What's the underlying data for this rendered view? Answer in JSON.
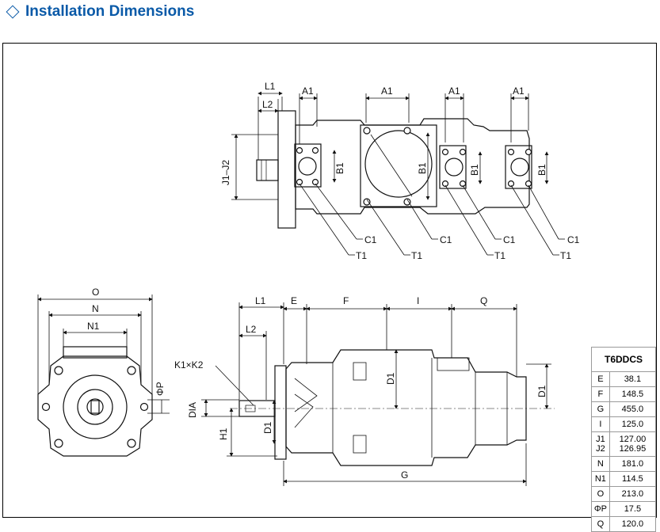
{
  "page": {
    "title": "Installation Dimensions"
  },
  "top_view_labels": {
    "L1": "L1",
    "L2": "L2",
    "J1J2": "J1–J2",
    "A1a": "A1",
    "A1b": "A1",
    "A1c": "A1",
    "A1d": "A1",
    "B1a": "B1",
    "B1b": "B1",
    "B1c": "B1",
    "B1d": "B1",
    "C1a": "C1",
    "C1b": "C1",
    "C1c": "C1",
    "C1d": "C1",
    "T1a": "T1",
    "T1b": "T1",
    "T1c": "T1",
    "T1d": "T1"
  },
  "end_view_labels": {
    "O": "O",
    "N": "N",
    "N1": "N1",
    "P": "ΦP",
    "DIA": "DIA",
    "H1": "H1"
  },
  "side_view_labels": {
    "L1": "L1",
    "L2": "L2",
    "E": "E",
    "F": "F",
    "I": "I",
    "Q": "Q",
    "K": "K1×K2",
    "D1a": "D1",
    "D1b": "D1",
    "D1c": "D1",
    "G": "G"
  },
  "spec_table": {
    "header": "T6DDCS",
    "rows": [
      {
        "key": "E",
        "value": "38.1"
      },
      {
        "key": "F",
        "value": "148.5"
      },
      {
        "key": "G",
        "value": "455.0"
      },
      {
        "key": "I",
        "value": "125.0"
      },
      {
        "key": "J1\nJ2",
        "value": "127.00\n126.95"
      },
      {
        "key": "N",
        "value": "181.0"
      },
      {
        "key": "N1",
        "value": "114.5"
      },
      {
        "key": "O",
        "value": "213.0"
      },
      {
        "key": "ΦP",
        "value": "17.5"
      },
      {
        "key": "Q",
        "value": "120.0"
      }
    ]
  }
}
